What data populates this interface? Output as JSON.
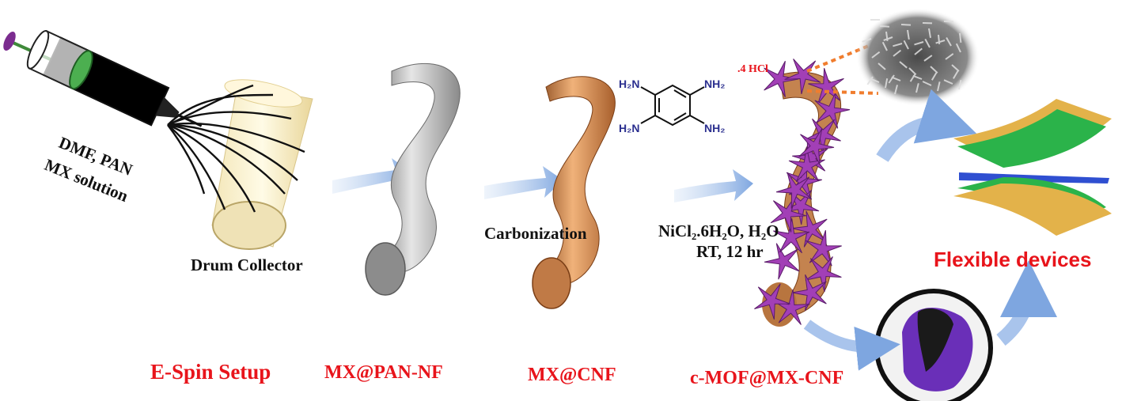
{
  "labels": {
    "syringe_solution": [
      "DMF, PAN",
      "MX solution"
    ],
    "drum_collector": "Drum Collector",
    "carbonization": "Carbonization",
    "conditions_line1": "NiCl₂.6H₂O, H₂O",
    "conditions_line2": "RT, 12 hr",
    "hcl": ".4 HCl",
    "flexible_devices": "Flexible devices",
    "amine": "H₂N",
    "amine_right": "NH₂"
  },
  "stages": {
    "espin_setup": "E-Spin Setup",
    "mx_pan_nf": "MX@PAN-NF",
    "mx_cnf": "MX@CNF",
    "cmof_mx_cnf": "c-MOF@MX-CNF"
  },
  "colors": {
    "label_red": "#e8141b",
    "arrow_blue": "#7ea6e0",
    "fiber_gray": "#a6a6a6",
    "fiber_copper": "#c67f4a",
    "mof_purple": "#a23fb6",
    "device_green": "#2bb34a",
    "device_blue": "#2f4fd1",
    "device_gold": "#e3b24a"
  }
}
